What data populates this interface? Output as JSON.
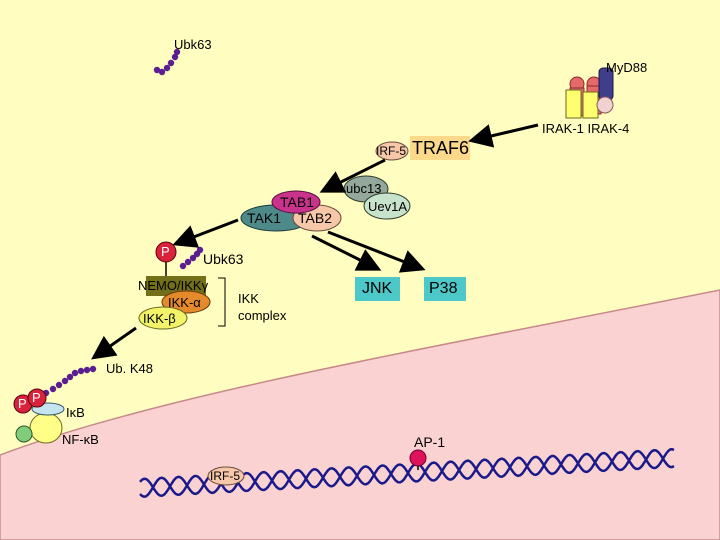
{
  "labels": {
    "ubk63_top": "Ubk63",
    "myd88": "MyD88",
    "irak": "IRAK-1 IRAK-4",
    "irf5_small": "IRF-5",
    "traf6": "TRAF6",
    "ubc13": "ubc13",
    "uev1a": "Uev1A",
    "tab1": "TAB1",
    "tak1": "TAK1",
    "tab2": "TAB2",
    "p_tak": "P",
    "ubk63_mid": "Ubk63",
    "nemo": "NEMO/IKKγ",
    "ikk_alpha": "IKK-α",
    "ikk_beta": "IKK-β",
    "ikk_complex_1": "IKK",
    "ikk_complex_2": "complex",
    "jnk": "JNK",
    "p38": "P38",
    "ubk48": "Ub. K48",
    "p_left_1": "P",
    "p_left_2": "P",
    "ikb": "IκB",
    "nfkb": "NF-κB",
    "ap1": "AP-1",
    "irf5_nucleus": "IRF-5"
  },
  "colors": {
    "background": "#fffdc0",
    "nucleus": "#fbd2d2",
    "ubiquitin": "#5a1e91",
    "traf6": "#fcd88a",
    "tab1": "#c9338c",
    "tak1": "#4f8a8a",
    "tab2": "#f6c7a8",
    "ubc13": "#94a79b",
    "uev1a": "#c8e3cc",
    "nemo": "#736e18",
    "ikk_alpha": "#e58a2a",
    "ikk_beta": "#f3f36a",
    "p_red": "#d9233c",
    "ikb": "#c4e4ef",
    "nfkb_yellow": "#ffff88",
    "nfkb_green": "#80cc7a",
    "jnk_p38": "#4cc8c8",
    "dna": "#1a1a8a",
    "ap1": "#e0125a",
    "myd88_blue": "#3e3e8a",
    "myd88_yellow": "#ffff70",
    "myd88_pink": "#f0d2d2",
    "myd88_red": "#e46a6a"
  }
}
